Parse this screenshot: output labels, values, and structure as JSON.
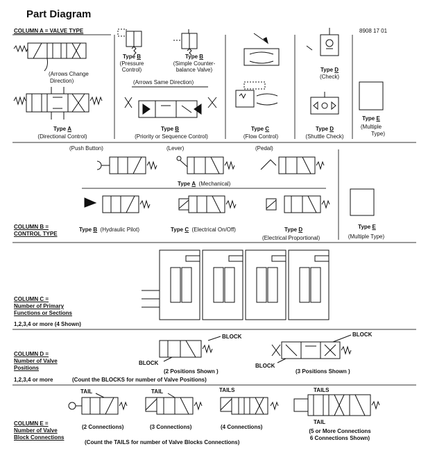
{
  "title": "Part Diagram",
  "doc_number": "8908 17 01",
  "column_a": {
    "heading": "COLUMN  A = VALVE TYPE",
    "arrows_change": "(Arrows Change",
    "arrows_change_2": "Direction)",
    "arrows_same": "(Arrows Same Direction)",
    "type_a": {
      "type": "Type",
      "letter": "A",
      "desc": "(Directional Control)"
    },
    "type_b_small": {
      "type": "Type",
      "letter": "B",
      "desc1": "(Pressure",
      "desc2": "Control)"
    },
    "type_b_small2": {
      "type": "Type",
      "letter": "B",
      "desc1": "(Simple Counter-",
      "desc2": "balance Valve)"
    },
    "type_b": {
      "type": "Type",
      "letter": "B",
      "desc": "(Priority or Sequence Control)"
    },
    "type_c": {
      "type": "Type",
      "letter": "C",
      "desc": "(Flow Control)"
    },
    "type_d_check": {
      "type": "Type",
      "letter": "D",
      "desc": "(Check)"
    },
    "type_d_shuttle": {
      "type": "Type",
      "letter": "D",
      "desc": "(Shuttle Check)"
    },
    "type_e": {
      "type": "Type",
      "letter": "E",
      "desc1": "(Multiple",
      "desc2": "Type)"
    }
  },
  "column_b": {
    "heading1": "COLUMN  B =",
    "heading2": "CONTROL TYPE",
    "push_button": "(Push Button)",
    "lever": "(Lever)",
    "pedal": "(Pedal)",
    "type_a": {
      "type": "Type",
      "letter": "A",
      "desc": "(Mechanical)"
    },
    "type_b": {
      "type": "Type",
      "letter": "B",
      "desc": "(Hydraulic Pilot)"
    },
    "type_c": {
      "type": "Type",
      "letter": "C",
      "desc": "(Electrical On/Off)"
    },
    "type_d": {
      "type": "Type",
      "letter": "D",
      "desc": "(Electrical Proportional)"
    },
    "type_e": {
      "type": "Type",
      "letter": "E",
      "desc": "(Multiple Type)"
    }
  },
  "column_c": {
    "heading1": "COLUMN  C =",
    "heading2": "Number of Primary",
    "heading3": "Functions or Sections",
    "note": "1,2,3,4 or more (4 Shown)"
  },
  "column_d": {
    "heading1": "COLUMN  D =",
    "heading2": "Number of Valve",
    "heading3": "Positions",
    "note": "1,2,3,4 or more",
    "count_note": "(Count the BLOCKS for number of Valve Positions)",
    "block": "BLOCK",
    "two_positions": "(2 Positions Shown )",
    "three_positions": "(3 Positions Shown )"
  },
  "column_e": {
    "heading1": "COLUMN  E =",
    "heading2": "Number of Valve",
    "heading3": "Block Connections",
    "count_note": "(Count the TAILS for number of Valve Blocks Connections)",
    "tail": "TAIL",
    "tails": "TAILS",
    "two_conn": "(2  Connections)",
    "three_conn": "(3  Connections)",
    "four_conn": "(4  Connections)",
    "five_conn1": "(5 or More Connections",
    "five_conn2": "6 Connections Shown)"
  }
}
